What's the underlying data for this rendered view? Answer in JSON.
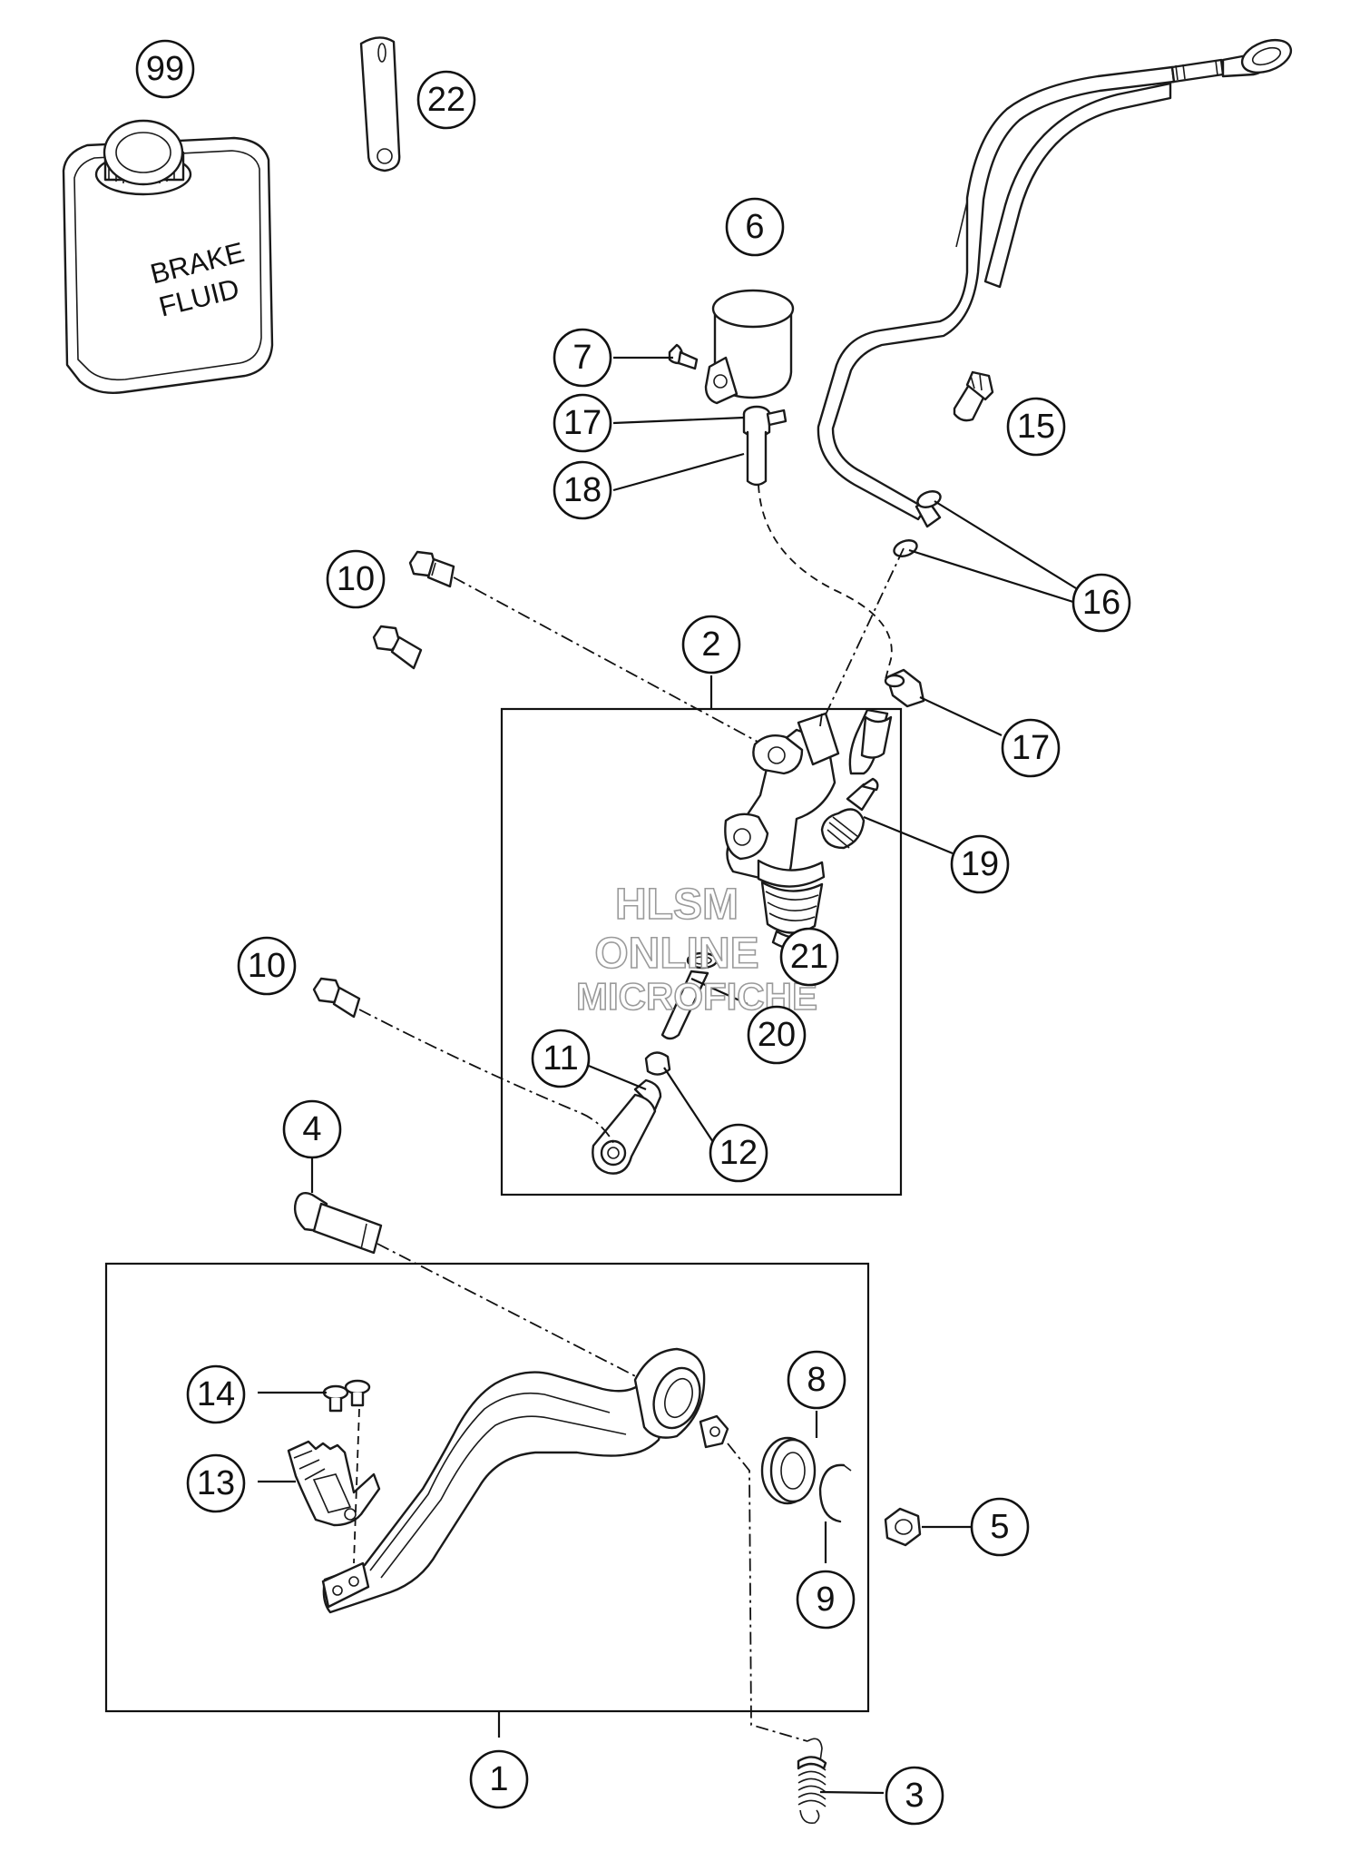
{
  "diagram": {
    "can_label_line1": "BRAKE",
    "can_label_line2": "FLUID",
    "watermark": [
      "HLSM",
      "ONLINE",
      "MICROFICHE"
    ],
    "callouts": [
      "99",
      "22",
      "6",
      "7",
      "17",
      "18",
      "15",
      "10",
      "16",
      "2",
      "17",
      "19",
      "21",
      "20",
      "10",
      "11",
      "12",
      "4",
      "8",
      "14",
      "13",
      "5",
      "9",
      "1",
      "3"
    ]
  },
  "colors": {
    "line": "#111111",
    "part_fill": "#ffffff",
    "watermark_outline": "#9a9a9a"
  }
}
